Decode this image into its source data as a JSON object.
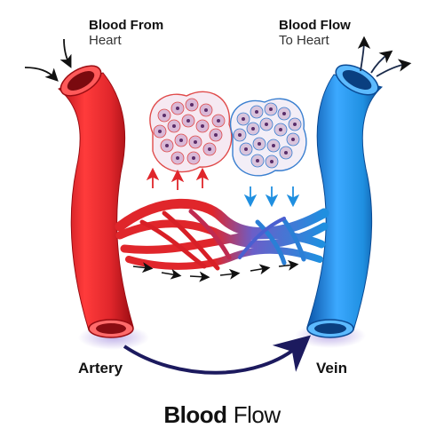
{
  "labels": {
    "from_heart_bold": "Blood From",
    "from_heart_sub": "Heart",
    "to_heart_bold": "Blood Flow",
    "to_heart_sub": "To Heart",
    "artery": "Artery",
    "vein": "Vein"
  },
  "title": {
    "bold": "Blood",
    "light": "Flow"
  },
  "colors": {
    "artery": "#e0262b",
    "artery_dark": "#a80f16",
    "vein": "#1f8fe0",
    "vein_dark": "#0d4f9e",
    "arrow_navy": "#1c1a5e",
    "tissue_red_outline": "#e04a4a",
    "tissue_blue_outline": "#3a7fd0",
    "cell_fill": "#d9b8d6"
  },
  "icons": {
    "inflow_arrows": "double-arrow-icon",
    "outflow_arrows": "triple-arrow-icon",
    "oxygen_arrows": "up-arrow-icon",
    "waste_arrows": "down-arrow-icon",
    "flow_arrow": "curved-arrow-icon"
  }
}
